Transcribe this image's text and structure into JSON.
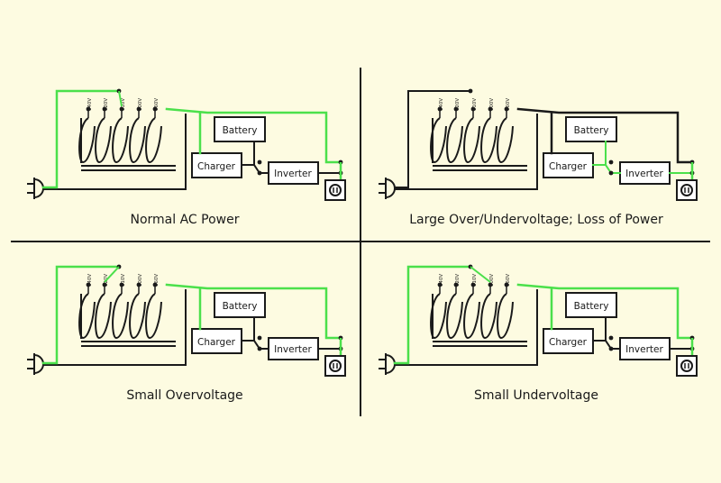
{
  "colors": {
    "background": "#fdfbe1",
    "wire": "#1a1a1a",
    "active_path": "#4be04b",
    "box_fill": "#ffffff"
  },
  "components": {
    "battery_label": "Battery",
    "charger_label": "Charger",
    "inverter_label": "Inverter"
  },
  "tap_labels": [
    "140V",
    "120V",
    "110V",
    "100V",
    "160V"
  ],
  "panels": [
    {
      "id": "normal",
      "caption": "Normal AC Power"
    },
    {
      "id": "large",
      "caption": "Large Over/Undervoltage; Loss of Power"
    },
    {
      "id": "over",
      "caption": "Small Overvoltage"
    },
    {
      "id": "under",
      "caption": "Small Undervoltage"
    }
  ]
}
